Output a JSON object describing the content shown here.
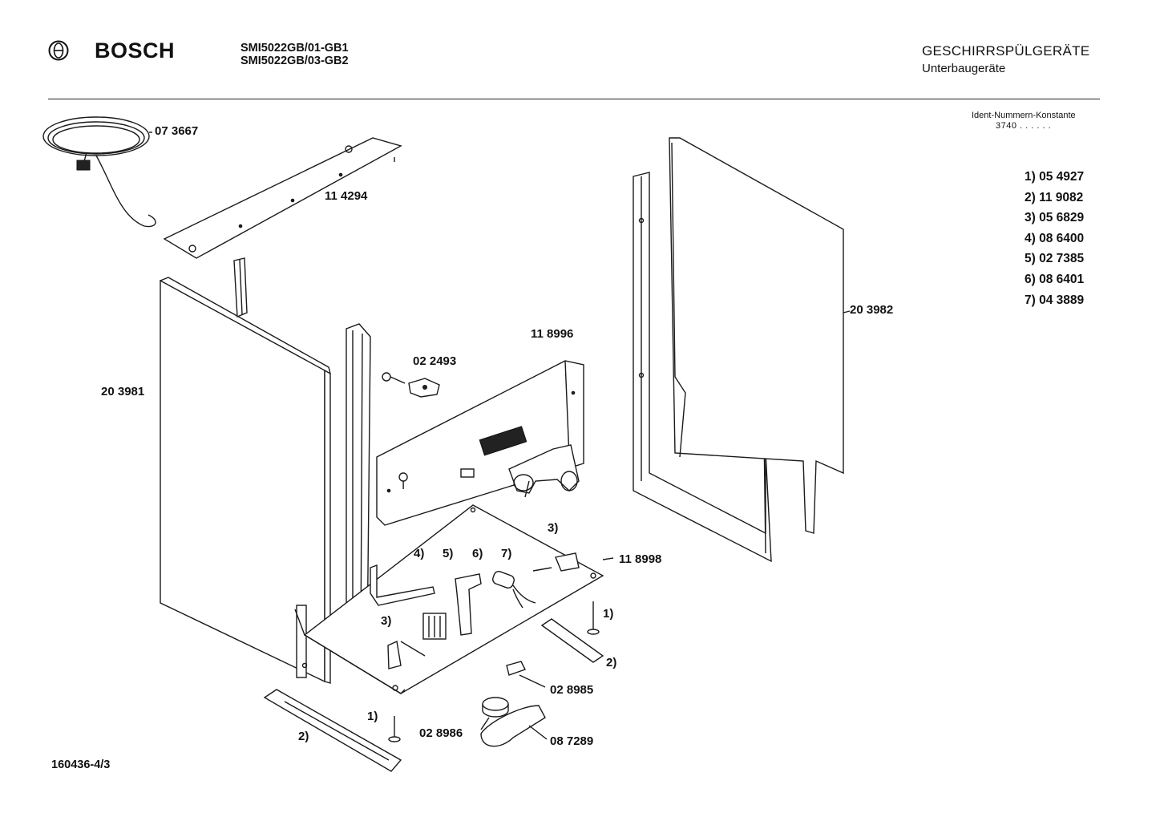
{
  "header": {
    "brand": "BOSCH",
    "models": [
      "SMI5022GB/01-GB1",
      "SMI5022GB/03-GB2"
    ],
    "category_title": "GESCHIRRSPÜLGERÄTE",
    "category_subtitle": "Unterbaugeräte"
  },
  "ident": {
    "label": "Ident-Nummern-Konstante",
    "value": "3740  . .  . . . ."
  },
  "legend": [
    "1)  05 4927",
    "2)  11 9082",
    "3)  05 6829",
    "4)  08 6400",
    "5)  02 7385",
    "6)  08 6401",
    "7)  04 3889"
  ],
  "parts": {
    "cable": "07 3667",
    "top_plate": "11 4294",
    "side_panel_left": "20 3981",
    "side_panel_right": "20 3982",
    "screw_clip": "02 2493",
    "rear_panel": "11 8996",
    "base_plate": "11 8998",
    "switch": "02 8985",
    "float": "02 8986",
    "float_holder": "08 7289"
  },
  "callouts": {
    "c3a": "3)",
    "c4": "4)",
    "c5": "5)",
    "c6": "6)",
    "c7": "7)",
    "c3b": "3)",
    "c1a": "1)",
    "c2a": "2)",
    "c1b": "1)",
    "c2b": "2)"
  },
  "footer": {
    "drawing_no": "160436-4/3"
  }
}
